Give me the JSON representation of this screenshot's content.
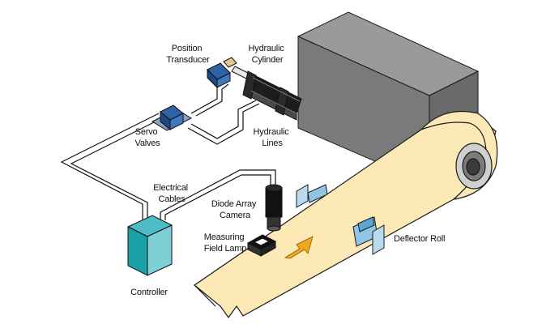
{
  "labels": {
    "position_transducer": [
      "Position",
      "Transducer"
    ],
    "hydraulic_cylinder": [
      "Hydraulic",
      "Cylinder"
    ],
    "servo_valves": [
      "Servo",
      "Valves"
    ],
    "hydraulic_lines": [
      "Hydraulic",
      "Lines"
    ],
    "electrical_cables": [
      "Electrical",
      "Cables"
    ],
    "diode_array_camera": [
      "Diode Array",
      "Camera"
    ],
    "measuring_field_lamp": [
      "Measuring",
      "Field Lamp"
    ],
    "deflector_roll": "Deflector Roll",
    "controller": "Controller"
  },
  "colors": {
    "web": "#fce9b5",
    "web_edge": "#1a1a1a",
    "machine_front": "#7a7a7a",
    "machine_top": "#9a9a9a",
    "machine_side": "#6a6a6a",
    "controller_front": "#1aa0a8",
    "controller_side": "#7fd0d6",
    "valve_blue": "#2f63a8",
    "arrow_orange": "#f2a81d",
    "roll_blue": "#8fc6e4"
  }
}
